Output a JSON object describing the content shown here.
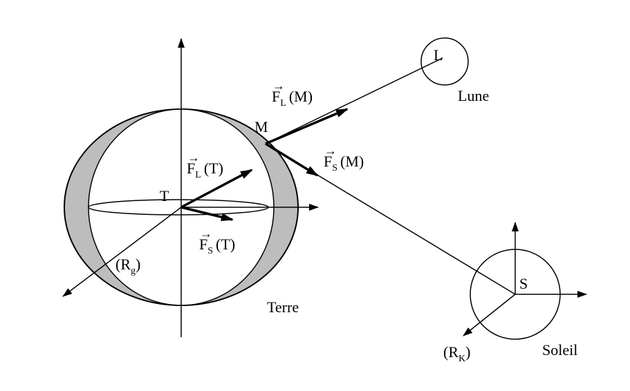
{
  "colors": {
    "stroke": "#000000",
    "shell_fill": "#bdbdbd",
    "background": "#ffffff"
  },
  "labels": {
    "earth_center": "T",
    "moon_center": "L",
    "sun_center": "S",
    "point_m": "M",
    "earth_name": "Terre",
    "moon_name": "Lune",
    "sun_name": "Soleil",
    "earth_frame": {
      "main": "(R",
      "sub": "g",
      "close": ")"
    },
    "sun_frame": {
      "main": "(R",
      "sub": "K",
      "close": ")"
    },
    "force_moon_on_m": {
      "symbol": "F",
      "arrow": "→",
      "sub": "L",
      "arg": "(M)"
    },
    "force_sun_on_m": {
      "symbol": "F",
      "arrow": "→",
      "sub": "S",
      "arg": "(M)"
    },
    "force_moon_on_t": {
      "symbol": "F",
      "arrow": "→",
      "sub": "L",
      "arg": "(T)"
    },
    "force_sun_on_t": {
      "symbol": "F",
      "arrow": "→",
      "sub": "S",
      "arg": "(T)"
    }
  }
}
